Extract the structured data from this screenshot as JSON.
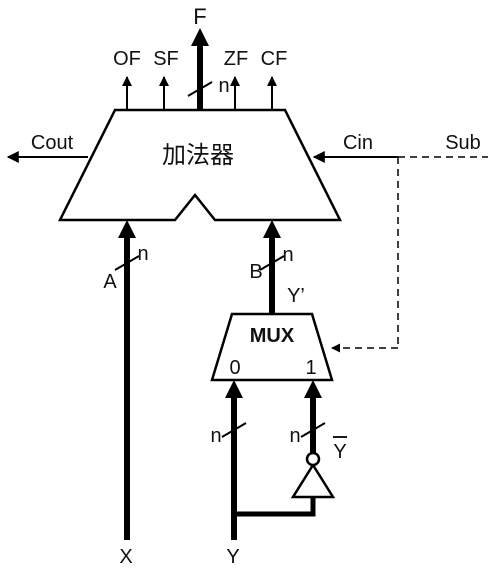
{
  "adder": {
    "label": "加法器"
  },
  "mux": {
    "label": "MUX",
    "input0": "0",
    "input1": "1"
  },
  "outputs": {
    "F": "F",
    "OF": "OF",
    "SF": "SF",
    "ZF": "ZF",
    "CF": "CF",
    "bus_width": "n"
  },
  "signals": {
    "cout": "Cout",
    "cin": "Cin",
    "sub": "Sub",
    "A": "A",
    "B": "B",
    "Y_prime": "Y’",
    "Y_bar": "Y",
    "X": "X",
    "Y": "Y",
    "n": "n"
  }
}
